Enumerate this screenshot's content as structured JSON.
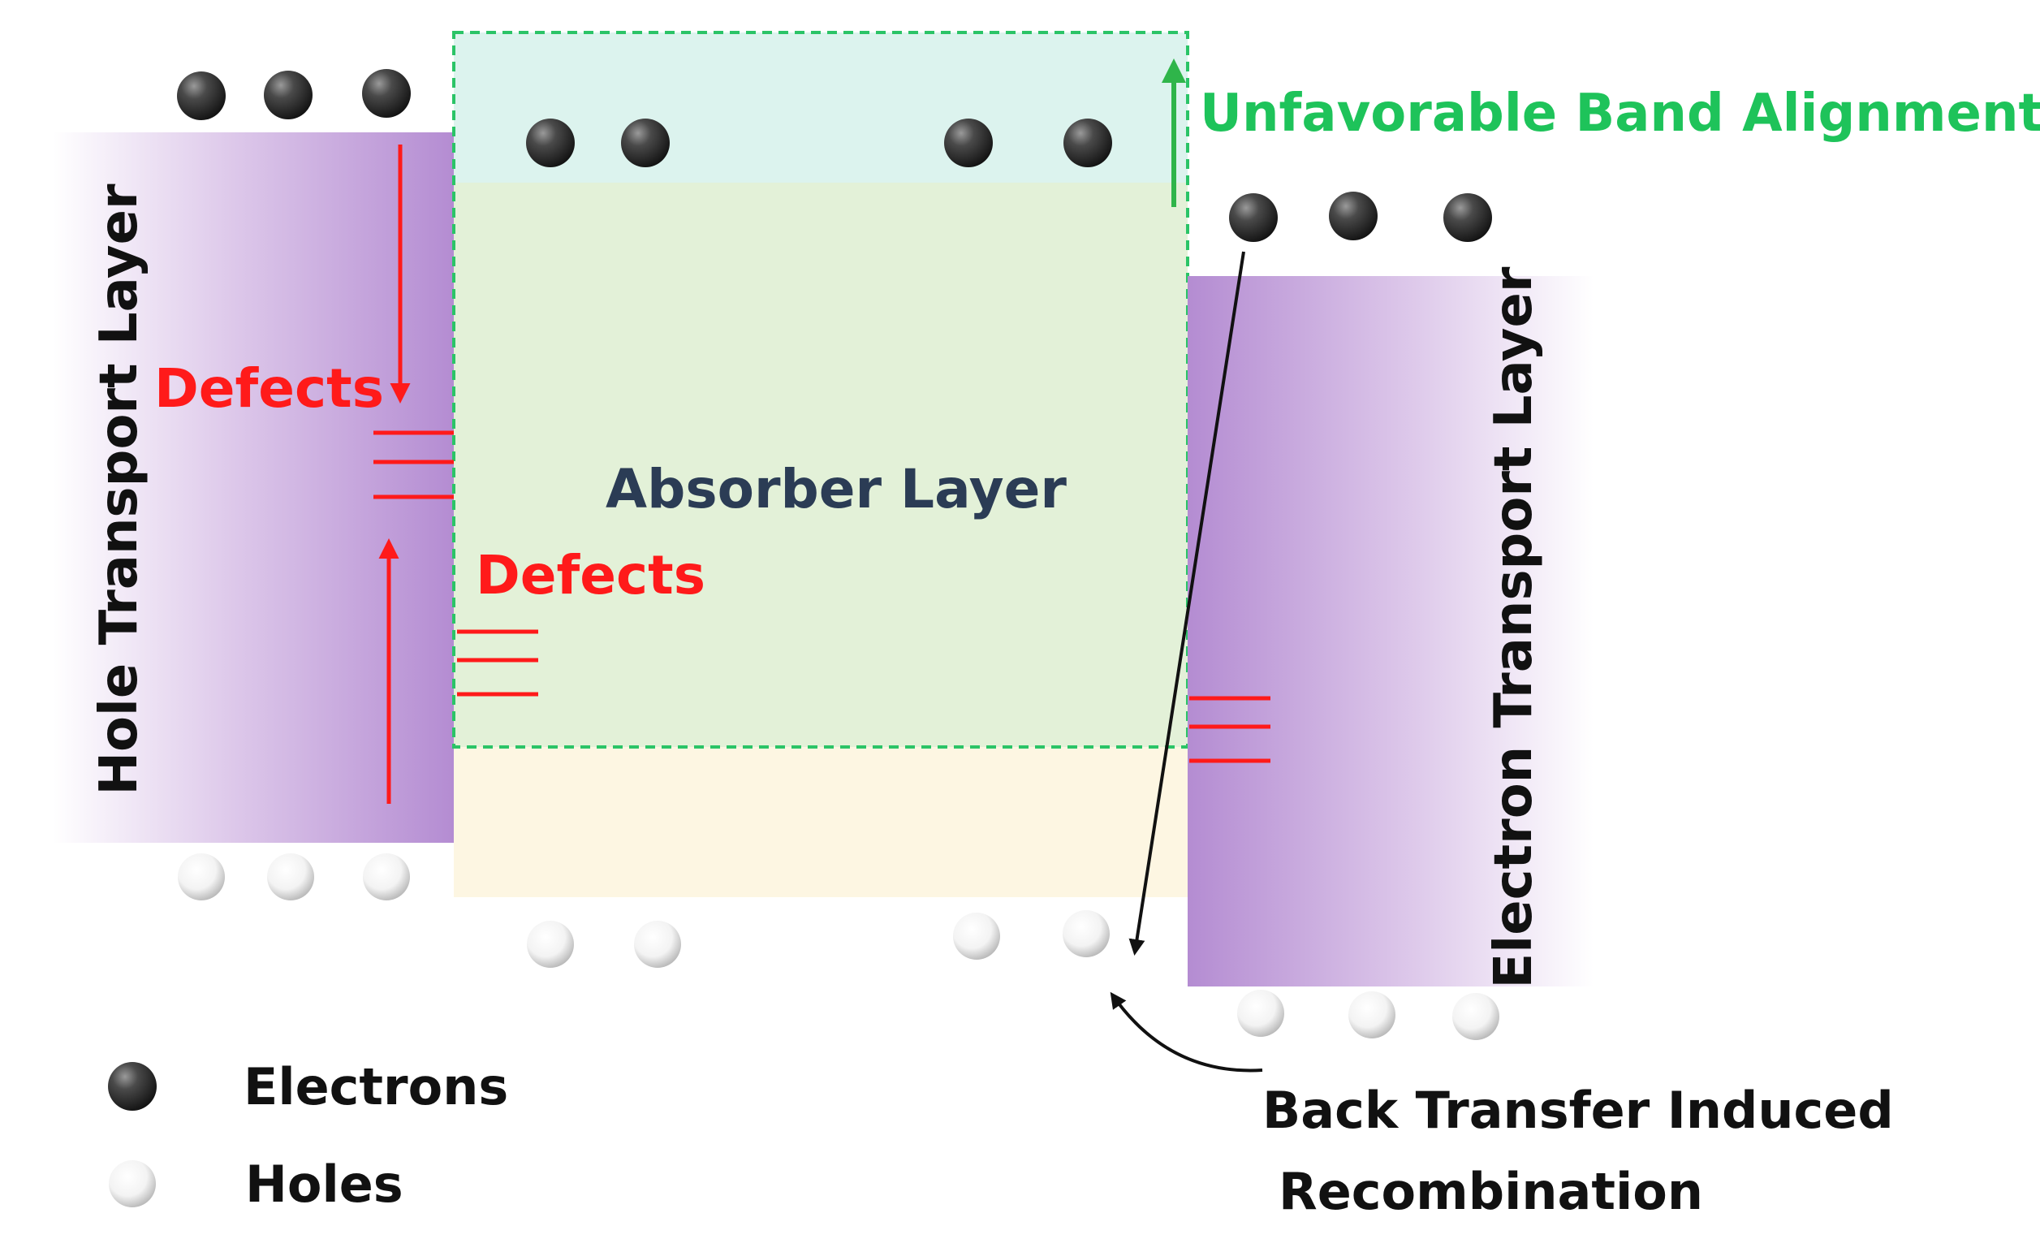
{
  "colors": {
    "htl_band": "#b48cd2",
    "etl_band": "#b48cd2",
    "absorber_top": "#dcf3ee",
    "absorber_mid": "#e3f1d8",
    "absorber_bottom": "#fdf6e2",
    "absorber_border": "#2bc467",
    "defects": "#ff1a1a",
    "band_alignment": "#1ec35a",
    "text_dark": "#111111",
    "absorber_text": "#2b3c55"
  },
  "layers": {
    "hole_transport": "Hole Transport Layer",
    "absorber": "Absorber Layer",
    "electron_transport": "Electron Transport Layer"
  },
  "annotations": {
    "defects_htl": "Defects",
    "defects_absorber": "Defects",
    "band_alignment": "Unfavorable Band Alignment",
    "back_transfer_line1": "Back Transfer Induced",
    "back_transfer_line2": "Recombination"
  },
  "legend": {
    "electrons": "Electrons",
    "holes": "Holes"
  }
}
